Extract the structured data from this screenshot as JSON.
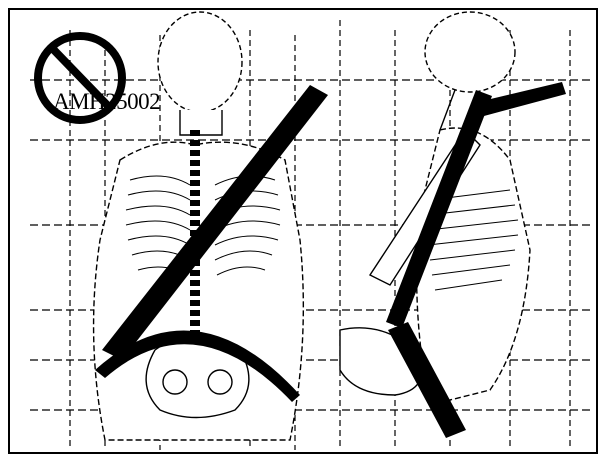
{
  "figure": {
    "code": "AMH25002",
    "colors": {
      "ink": "#000000",
      "paper": "#ffffff"
    },
    "icons": [
      "prohibited-icon",
      "seated-torso-skeleton-front",
      "seated-torso-skeleton-side",
      "seat-belt-strap"
    ]
  }
}
